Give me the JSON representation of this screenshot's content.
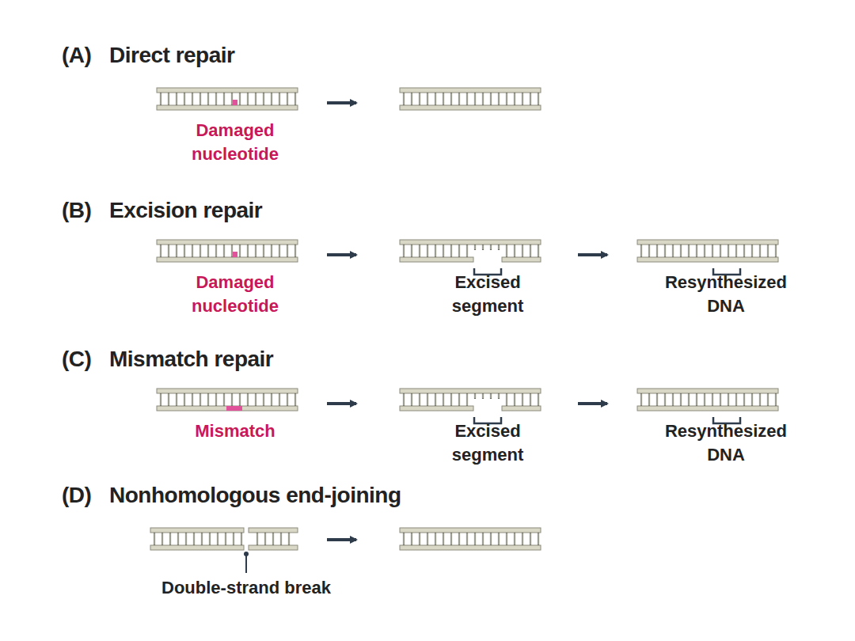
{
  "diagram": {
    "labels": [
      "(A)",
      "Direct repair",
      "Damaged nucleotide",
      "(B)",
      "Excision repair",
      "Damaged nucleotide",
      "Excised segment",
      "Resynthesized DNA",
      "(C)",
      "Mismatch repair",
      "Mismatch",
      "Excised segment",
      "Resynthesized DNA",
      "(D)",
      "Nonhomologous end-joining",
      "Double-strand break"
    ]
  }
}
